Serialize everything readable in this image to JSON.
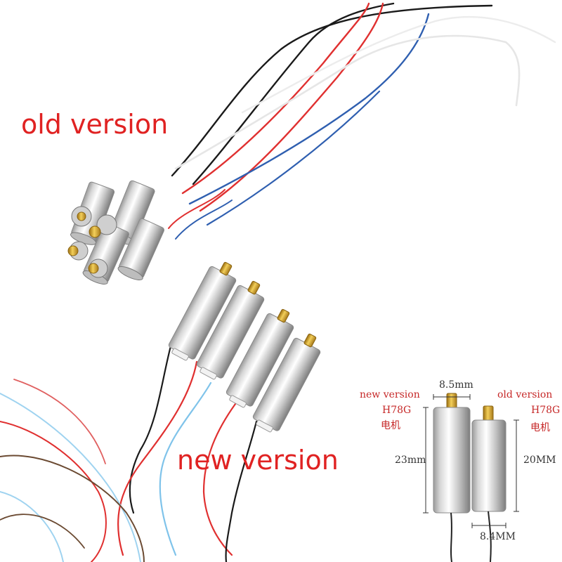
{
  "labels": {
    "old_version": "old version",
    "new_version": "new version"
  },
  "spec_panel": {
    "new_motor": {
      "title": "new version",
      "model": "H78G",
      "name_cn": "电机",
      "diameter": "8.5mm",
      "length": "23mm"
    },
    "old_motor": {
      "title": "old version",
      "model": "H78G",
      "name_cn": "电机",
      "diameter": "8.4MM",
      "length": "20MM"
    }
  },
  "colors": {
    "label_red": "#e02222",
    "spec_red": "#c62828",
    "wire_red": "#e03030",
    "wire_black": "#1a1a1a",
    "wire_blue": "#2f5fb0",
    "wire_light_blue": "#7fc3ea",
    "wire_white": "#f2f2f2",
    "wire_brown": "#6b4a32",
    "motor_silver": "#d9d9d9",
    "pinion_gold": "#d4a427"
  }
}
